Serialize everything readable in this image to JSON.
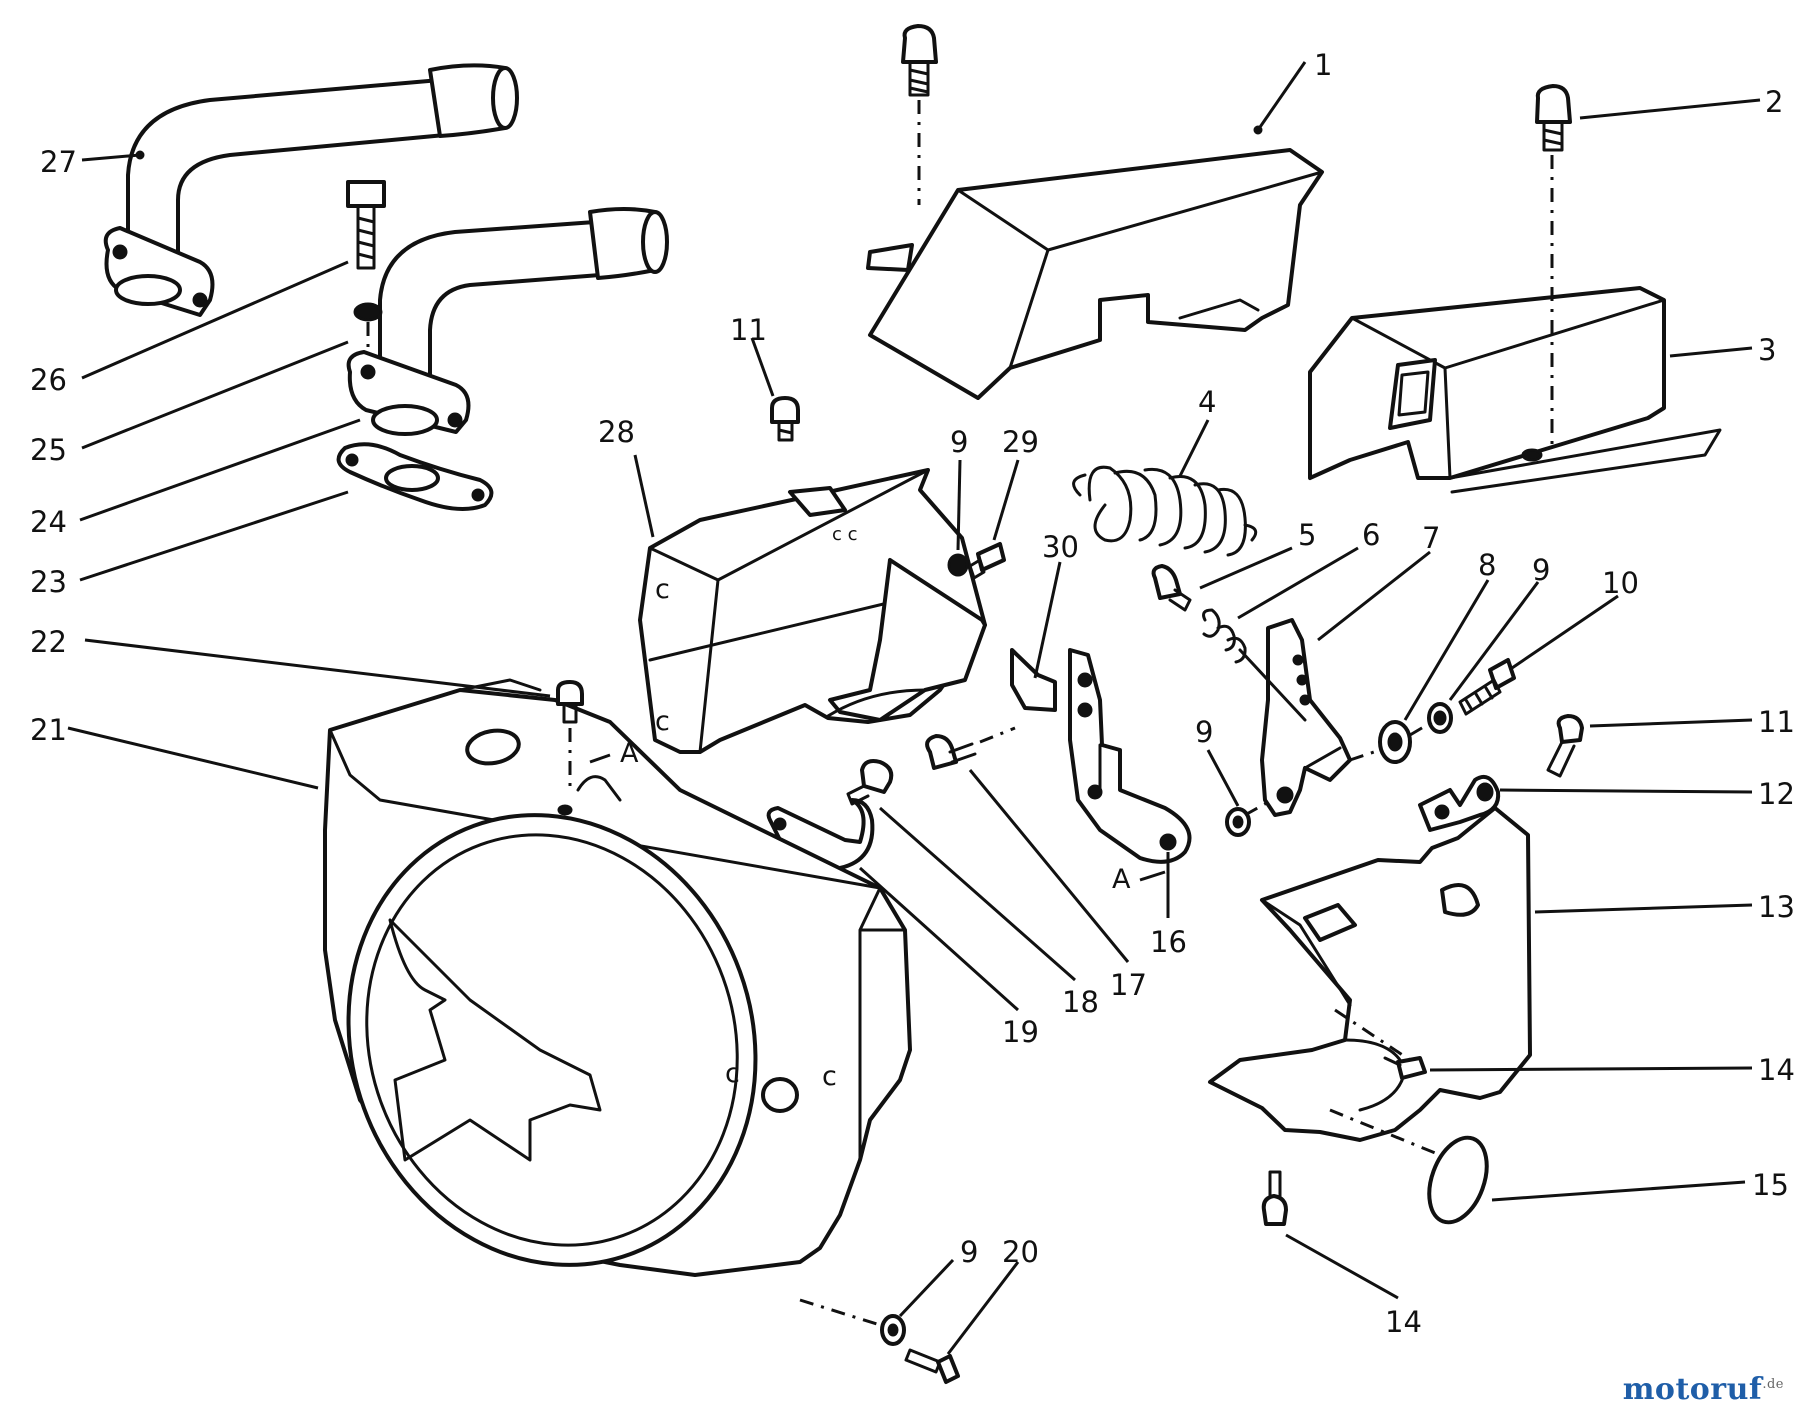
{
  "labels": {
    "l1": "1",
    "l2": "2",
    "l3": "3",
    "l4": "4",
    "l5": "5",
    "l6": "6",
    "l7": "7",
    "l8": "8",
    "l9a": "9",
    "l10": "10",
    "l11a": "11",
    "l12": "12",
    "l13": "13",
    "l14a": "14",
    "l15": "15",
    "l14b": "14",
    "l16": "16",
    "l17": "17",
    "l18": "18",
    "l19": "19",
    "l20": "20",
    "l9b": "9",
    "l21": "21",
    "l22": "22",
    "l23": "23",
    "l24": "24",
    "l25": "25",
    "l26": "26",
    "l27": "27",
    "l28": "28",
    "l11b": "11",
    "l9c": "9",
    "l29": "29",
    "l30": "30",
    "l9d": "9"
  },
  "markers": {
    "a_top": "A",
    "a_bottom": "A"
  },
  "watermark": {
    "main": "motoruf",
    "suffix": ".de"
  },
  "colors": {
    "line": "#111111",
    "background": "#ffffff",
    "watermark_blue": "#1f5ea8",
    "watermark_red": "#d2232a"
  }
}
